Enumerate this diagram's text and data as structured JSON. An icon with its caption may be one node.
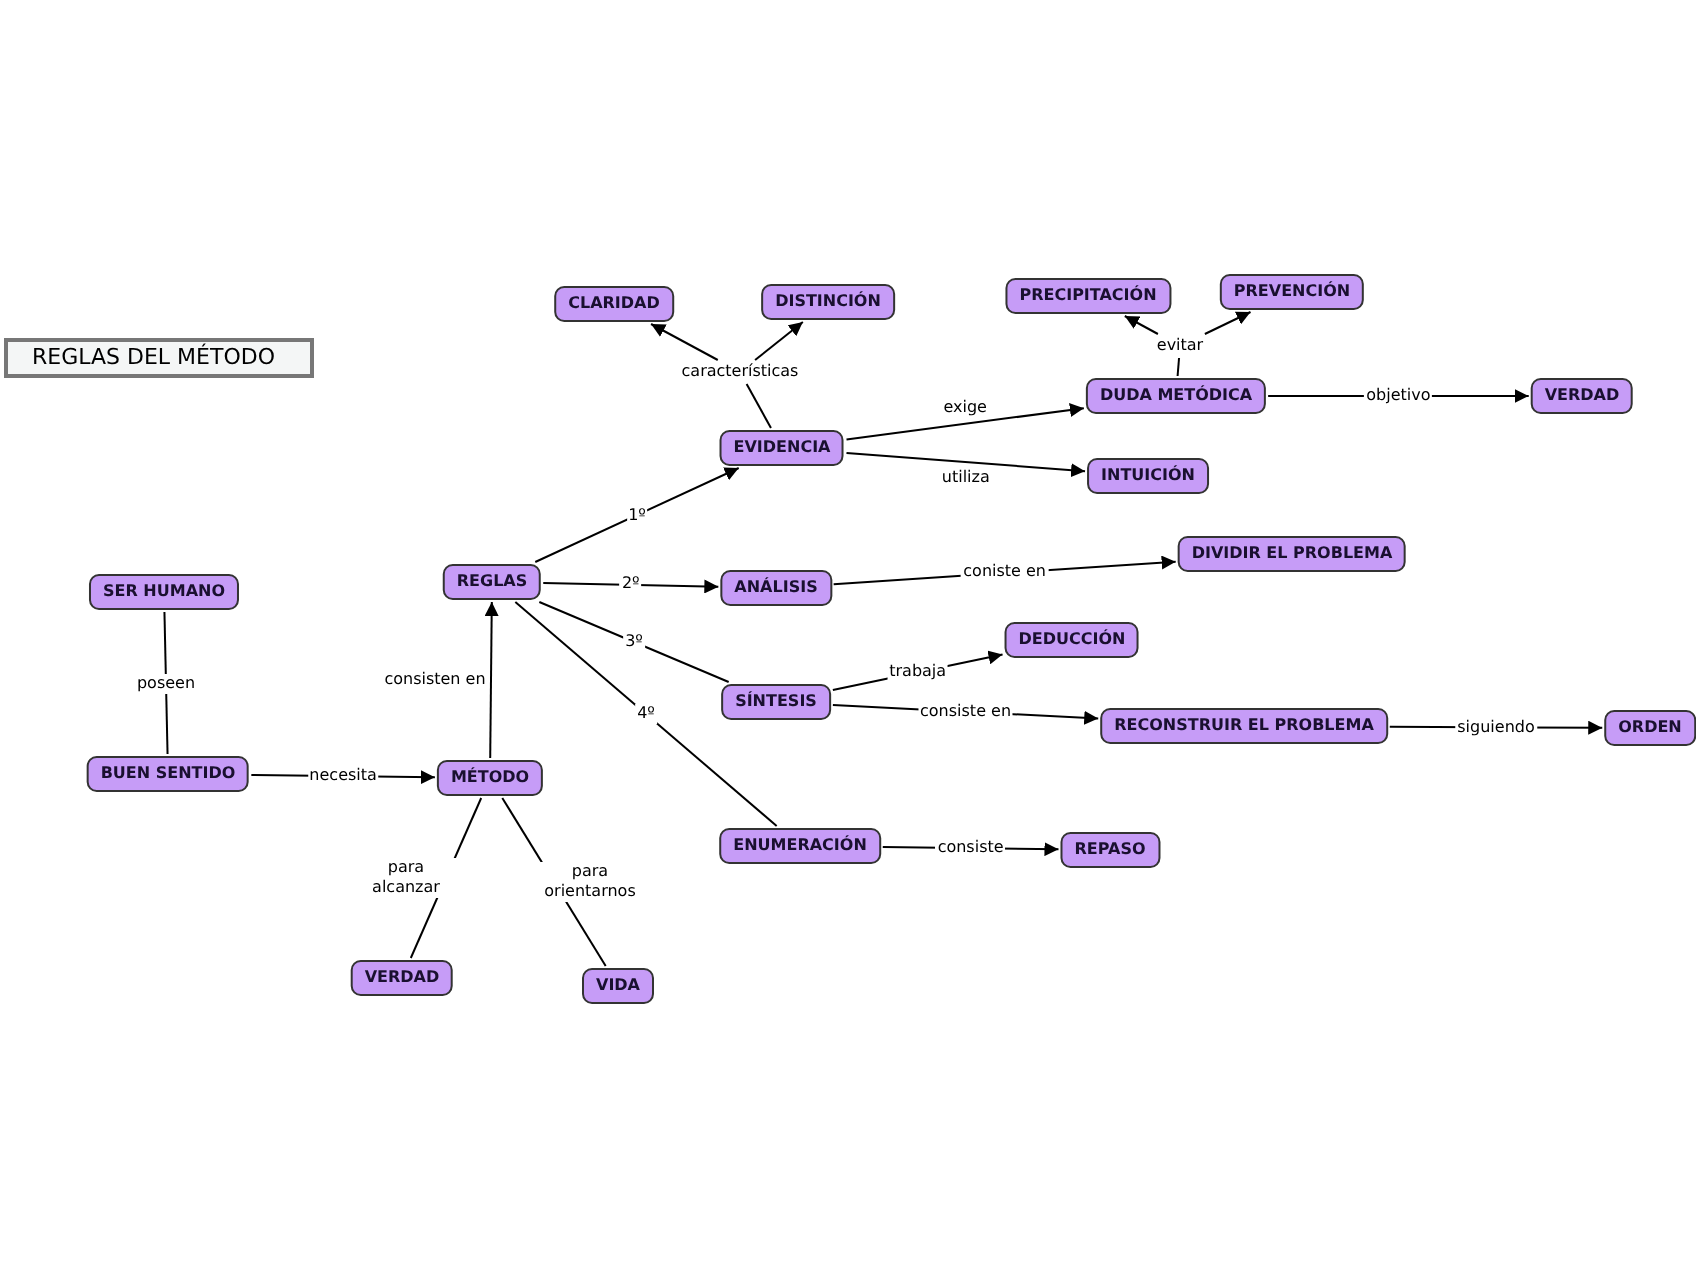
{
  "diagram": {
    "title": "REGLAS DEL MÉTODO",
    "nodes": [
      {
        "text": [
          "CLARIDAD"
        ]
      },
      {
        "text": [
          "DISTINCIÓN"
        ]
      },
      {
        "text": [
          "características"
        ]
      },
      {
        "text": [
          "PRECIPITACIÓN"
        ]
      },
      {
        "text": [
          "PREVENCIÓN"
        ]
      },
      {
        "text": [
          "evitar"
        ]
      },
      {
        "text": [
          "DUDA METÓDICA"
        ]
      },
      {
        "text": [
          "VERDAD"
        ]
      },
      {
        "text": [
          "EVIDENCIA"
        ]
      },
      {
        "text": [
          "INTUICIÓN"
        ]
      },
      {
        "text": [
          "SER HUMANO"
        ]
      },
      {
        "text": [
          "REGLAS"
        ]
      },
      {
        "text": [
          "ANÁLISIS"
        ]
      },
      {
        "text": [
          "DIVIDIR EL PROBLEMA"
        ]
      },
      {
        "text": [
          "DEDUCCIÓN"
        ]
      },
      {
        "text": [
          "SÍNTESIS"
        ]
      },
      {
        "text": [
          "RECONSTRUIR EL PROBLEMA"
        ]
      },
      {
        "text": [
          "ORDEN"
        ]
      },
      {
        "text": [
          "BUEN SENTIDO"
        ]
      },
      {
        "text": [
          "MÉTODO"
        ]
      },
      {
        "text": [
          "ENUMERACIÓN"
        ]
      },
      {
        "text": [
          "REPASO"
        ]
      },
      {
        "text": [
          "VERDAD"
        ]
      },
      {
        "text": [
          "VIDA"
        ]
      }
    ],
    "edges": [
      {
        "from": 10,
        "to": 18,
        "arrow": "none",
        "label": "poseen"
      },
      {
        "from": 18,
        "to": 19,
        "arrow": "to",
        "label": "necesita"
      },
      {
        "from": 19,
        "to": 11,
        "arrow": "to",
        "label": "consisten en"
      },
      {
        "from": 19,
        "to": 22,
        "arrow": "none",
        "label": "para alcanzar"
      },
      {
        "from": 19,
        "to": 23,
        "arrow": "none",
        "label": "para orientarnos"
      },
      {
        "from": 11,
        "to": 8,
        "arrow": "to",
        "label": "1º"
      },
      {
        "from": 11,
        "to": 12,
        "arrow": "to",
        "label": "2º"
      },
      {
        "from": 11,
        "to": 15,
        "arrow": "none",
        "label": "3º"
      },
      {
        "from": 11,
        "to": 20,
        "arrow": "none",
        "label": "4º"
      },
      {
        "from": 8,
        "to": 2,
        "arrow": "none"
      },
      {
        "from": 2,
        "to": 0,
        "arrow": "to"
      },
      {
        "from": 2,
        "to": 1,
        "arrow": "to"
      },
      {
        "from": 8,
        "to": 6,
        "arrow": "to",
        "label": "exige"
      },
      {
        "from": 8,
        "to": 9,
        "arrow": "to",
        "label": "utiliza"
      },
      {
        "from": 6,
        "to": 5,
        "arrow": "none"
      },
      {
        "from": 5,
        "to": 3,
        "arrow": "to"
      },
      {
        "from": 5,
        "to": 4,
        "arrow": "to"
      },
      {
        "from": 6,
        "to": 7,
        "arrow": "to",
        "label": "objetivo"
      },
      {
        "from": 12,
        "to": 13,
        "arrow": "to",
        "label": "coniste en"
      },
      {
        "from": 15,
        "to": 14,
        "arrow": "to",
        "label": "trabaja"
      },
      {
        "from": 15,
        "to": 16,
        "arrow": "to",
        "label": "consiste en"
      },
      {
        "from": 16,
        "to": 17,
        "arrow": "to",
        "label": "siguiendo"
      },
      {
        "from": 20,
        "to": 21,
        "arrow": "to",
        "label": "consiste"
      }
    ]
  }
}
